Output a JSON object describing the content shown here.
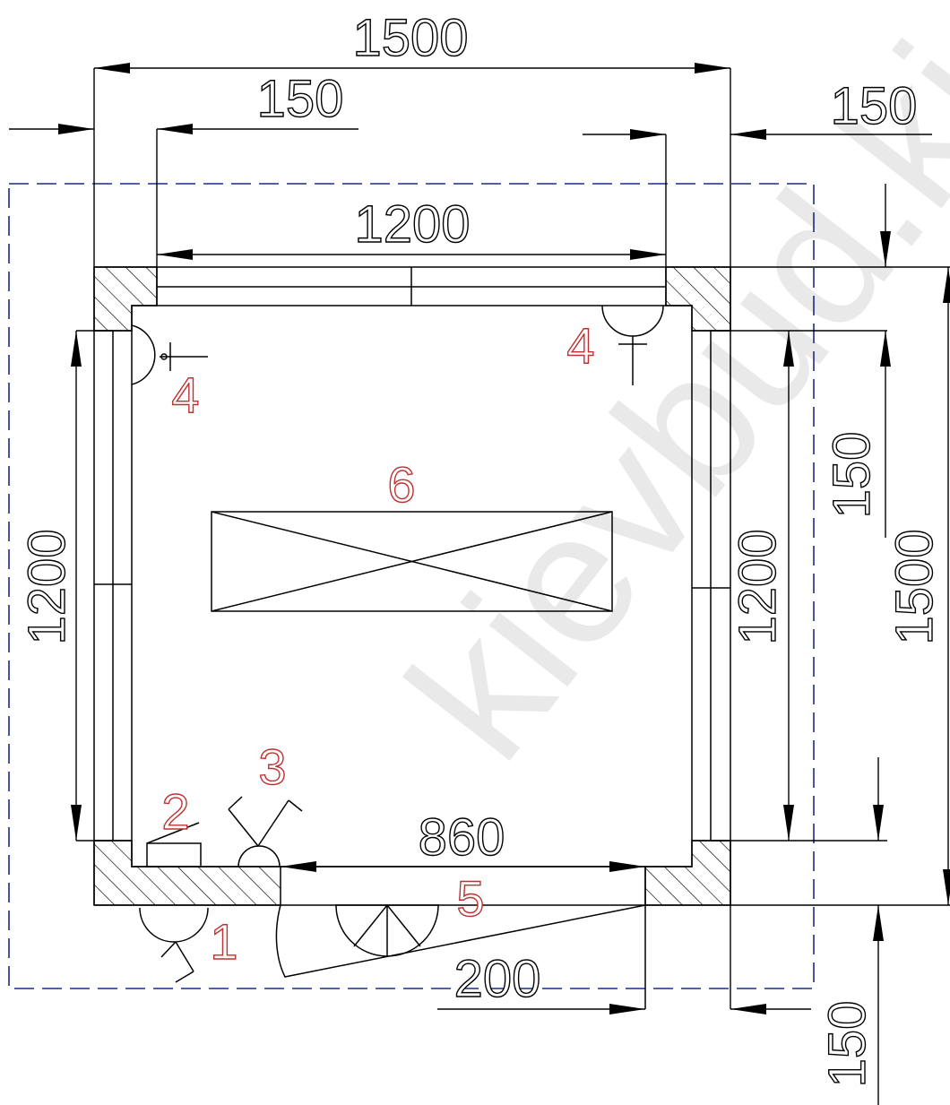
{
  "colors": {
    "line": "#000000",
    "label_red": "#c03030",
    "shaft_outline": "#1a2a8a",
    "watermark": "#d8d8d8"
  },
  "dimensions": {
    "top_overall": "1500",
    "top_left_offset": "150",
    "top_right_offset": "150",
    "cabin_width": "1200",
    "left_cabin_depth": "1200",
    "right_cabin_depth": "1200",
    "right_overall_depth": "1500",
    "right_top_offset": "150",
    "right_bottom_offset": "150",
    "door_width": "860",
    "bottom_offset": "200"
  },
  "callouts": {
    "item_1": "1",
    "item_2": "2",
    "item_3": "3",
    "item_4_left": "4",
    "item_4_right": "4",
    "item_5": "5",
    "item_6": "6"
  },
  "watermark": "kievbud.kiev.ua"
}
